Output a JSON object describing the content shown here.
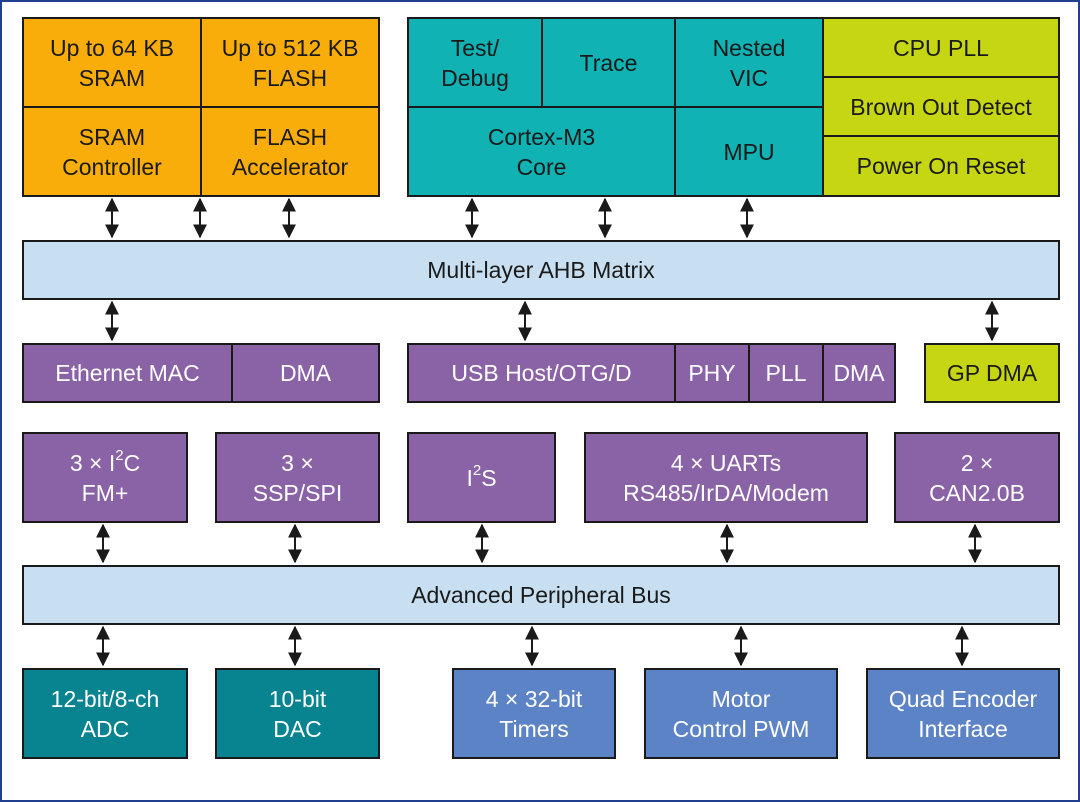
{
  "memory": {
    "sram": [
      "Up to 64 KB",
      "SRAM"
    ],
    "flash": [
      "Up to 512 KB",
      "FLASH"
    ],
    "sram_ctrl": [
      "SRAM",
      "Controller"
    ],
    "flash_acc": [
      "FLASH",
      "Accelerator"
    ]
  },
  "core": {
    "test_debug": [
      "Test/",
      "Debug"
    ],
    "trace": "Trace",
    "nvic": [
      "Nested",
      "VIC"
    ],
    "cortex": [
      "Cortex-M3",
      "Core"
    ],
    "mpu": "MPU"
  },
  "system": {
    "cpu_pll": "CPU PLL",
    "bod": "Brown Out Detect",
    "por": "Power On Reset"
  },
  "buses": {
    "ahb": "Multi-layer AHB Matrix",
    "apb": "Advanced Peripheral Bus"
  },
  "ahb_peripherals": {
    "ethernet_mac": "Ethernet MAC",
    "eth_dma": "DMA",
    "usb": "USB Host/OTG/D",
    "phy": "PHY",
    "pll": "PLL",
    "usb_dma": "DMA",
    "gp_dma": "GP DMA"
  },
  "apb_peripherals": {
    "i2c": {
      "prefix": "3 × I",
      "sup": "2",
      "suffix": "C",
      "line2": "FM+"
    },
    "ssp": [
      "3 ×",
      "SSP/SPI"
    ],
    "i2s": {
      "prefix": "I",
      "sup": "2",
      "suffix": "S"
    },
    "uarts": [
      "4 × UARTs",
      "RS485/IrDA/Modem"
    ],
    "can": [
      "2 ×",
      "CAN2.0B"
    ]
  },
  "analog_timers": {
    "adc": [
      "12-bit/8-ch",
      "ADC"
    ],
    "dac": [
      "10-bit",
      "DAC"
    ],
    "timers": [
      "4 × 32-bit",
      "Timers"
    ],
    "pwm": [
      "Motor",
      "Control PWM"
    ],
    "qei": [
      "Quad Encoder",
      "Interface"
    ]
  },
  "colors": {
    "frame": "#1f3f8f",
    "memory": "#f9ad0a",
    "core": "#10b2b3",
    "system": "#c7d613",
    "bus": "#c7dff1",
    "peripheral": "#8a62a6",
    "analog": "#088390",
    "timer": "#5c83c5"
  }
}
